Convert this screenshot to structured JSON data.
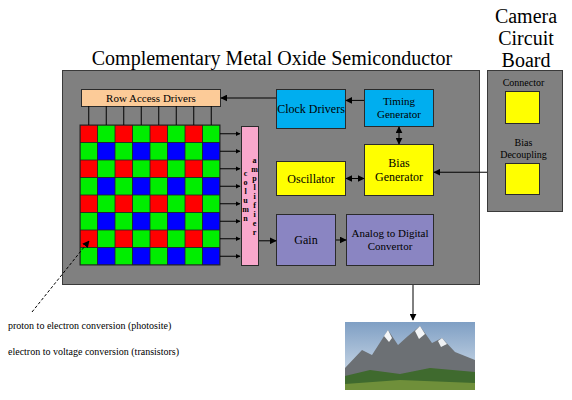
{
  "diagram": {
    "nodes": [
      {
        "text": [
          "Complementary Metal Oxide Semiconductor"
        ]
      },
      {
        "text": [
          "Camera Circuit Board"
        ]
      },
      {
        "text": [
          "Row Access Drivers"
        ],
        "in": 0
      },
      {
        "text": [
          "Clock Drivers"
        ],
        "in": 0
      },
      {
        "text": [
          "Timing Generator"
        ],
        "in": 0
      },
      {
        "text": [
          "Connector"
        ],
        "in": 1
      },
      {
        "text": [
          "column amplifier"
        ],
        "in": 0
      },
      {
        "text": [
          "Oscillator"
        ],
        "in": 0
      },
      {
        "text": [
          "Bias Generator"
        ],
        "in": 0
      },
      {
        "text": [
          "Bias Decoupling"
        ],
        "in": 1
      },
      {
        "text": [
          "Gain"
        ],
        "in": 0
      },
      {
        "text": [
          "Analog to Digital Convertor"
        ],
        "in": 0
      }
    ],
    "edges": [
      {
        "from": 3,
        "to": 2,
        "arrow": "to"
      },
      {
        "from": 4,
        "to": 3,
        "arrow": "to"
      },
      {
        "from": 4,
        "to": 8,
        "arrow": "both"
      },
      {
        "from": 7,
        "to": 8,
        "arrow": "both"
      },
      {
        "from": 1,
        "to": 8,
        "arrow": "to"
      },
      {
        "from": 6,
        "to": 10,
        "arrow": "to"
      },
      {
        "from": 10,
        "to": 11,
        "arrow": "to"
      }
    ],
    "labels": [
      "proton to electron conversion (photosite)",
      "electron to voltage conversion (transistors)"
    ]
  }
}
